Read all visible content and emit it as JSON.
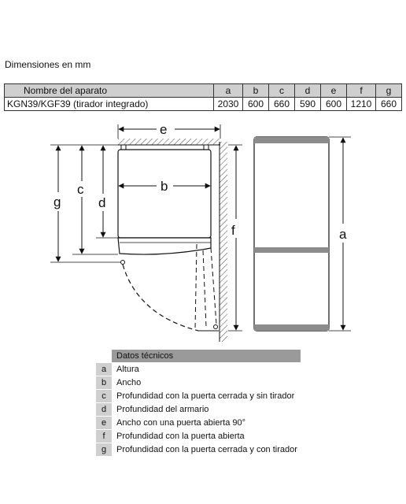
{
  "title": "Dimensiones en mm",
  "dims_table": {
    "header_name": "Nombre del aparato",
    "columns": [
      "a",
      "b",
      "c",
      "d",
      "e",
      "f",
      "g"
    ],
    "model": "KGN39/KGF39 (tirador integrado)",
    "values": [
      "2030",
      "600",
      "660",
      "590",
      "600",
      "1210",
      "660"
    ]
  },
  "drawing_labels": {
    "a": "a",
    "b": "b",
    "c": "c",
    "d": "d",
    "e": "e",
    "f": "f",
    "g": "g"
  },
  "legend": {
    "header": "Datos técnicos",
    "rows": [
      {
        "key": "a",
        "text": "Altura"
      },
      {
        "key": "b",
        "text": "Ancho"
      },
      {
        "key": "c",
        "text": "Profundidad con la puerta cerrada y sin tirador"
      },
      {
        "key": "d",
        "text": "Profundidad del armario"
      },
      {
        "key": "e",
        "text": "Ancho con una puerta abierta 90°"
      },
      {
        "key": "f",
        "text": "Profundidad con la puerta abierta"
      },
      {
        "key": "g",
        "text": "Profundidad con la puerta cerrada y con tirador"
      }
    ]
  },
  "colors": {
    "header_gray": "#cfcfcf",
    "legend_header_gray": "#9a9a9a",
    "appliance_band": "#8c8c8c"
  }
}
